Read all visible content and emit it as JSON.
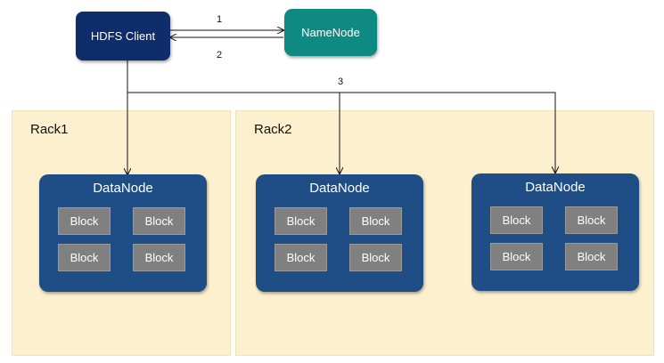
{
  "client": {
    "label": "HDFS Client"
  },
  "namenode": {
    "label": "NameNode"
  },
  "steps": [
    "1",
    "2",
    "3"
  ],
  "racks": [
    {
      "label": "Rack1"
    },
    {
      "label": "Rack2"
    }
  ],
  "datanodes": [
    {
      "label": "DataNode",
      "blocks": [
        "Block",
        "Block",
        "Block",
        "Block"
      ]
    },
    {
      "label": "DataNode",
      "blocks": [
        "Block",
        "Block",
        "Block",
        "Block"
      ]
    },
    {
      "label": "DataNode",
      "blocks": [
        "Block",
        "Block",
        "Block",
        "Block"
      ]
    }
  ],
  "colors": {
    "client": "#0f2c6b",
    "namenode": "#0f8a83",
    "datanode": "#1f4e86",
    "block": "#808080",
    "rack": "#fdf0cf"
  }
}
